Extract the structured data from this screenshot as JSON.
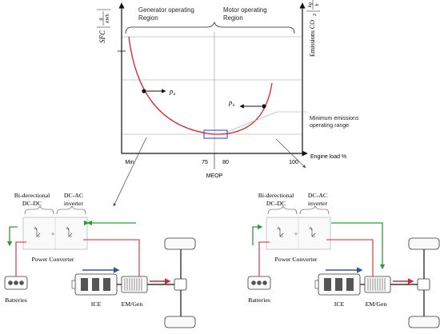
{
  "chart": {
    "y_axis_left_label": "SFC",
    "y_axis_left_unit_num": "g",
    "y_axis_left_unit_den": "kWh",
    "y_axis_right_label": "Emissions CO",
    "y_axis_right_subscript": "2",
    "y_axis_right_unit_num": "kg",
    "y_axis_right_unit_den": "h",
    "x_axis_label": "Engine load %",
    "region_generator_line1": "Generator operating",
    "region_generator_line2": "Region",
    "region_motor_line1": "Motor operating",
    "region_motor_line2": "Region",
    "pk_label_left": "p",
    "pk_label_right": "p",
    "pk_subscript": "k",
    "annotation_line1": "Minimum emissions",
    "annotation_line2": "operating range",
    "meop_label": "MEOP",
    "ticks": [
      "Min",
      "75",
      "80",
      "100"
    ],
    "curve_color": "#d9262b",
    "range_box_color": "#3b3bb8"
  },
  "left_config": {
    "bidc_line1": "Bi-derectional",
    "bidc_line2": "DC-DC",
    "inverter_line1": "DC-AC",
    "inverter_line2": "inverter",
    "power_converter": "Power Converter",
    "batteries": "Batteries",
    "ice": "ICE",
    "em_gen": "EM/Gen"
  },
  "right_config": {
    "bidc_line1": "Bi-derectional",
    "bidc_line2": "DC-DC",
    "inverter_line1": "DC-AC",
    "inverter_line2": "inverter",
    "power_converter": "Power Converter",
    "batteries": "Batteries",
    "ice": "ICE",
    "em_gen": "EM/Gen"
  },
  "colors": {
    "green_arrow": "#2e9a3c",
    "red_arrow": "#d9262b",
    "blue_arrow": "#2f55a8"
  }
}
